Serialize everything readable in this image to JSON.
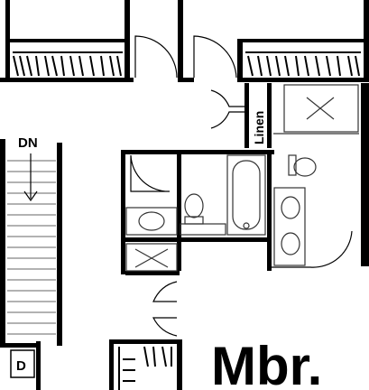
{
  "labels": {
    "stair_direction": "DN",
    "linen_closet": "Linen",
    "dryer": "D",
    "room_name": "Mbr."
  },
  "colors": {
    "wall": "#000000",
    "background": "#ffffff",
    "fixture_stroke": "#333333"
  }
}
